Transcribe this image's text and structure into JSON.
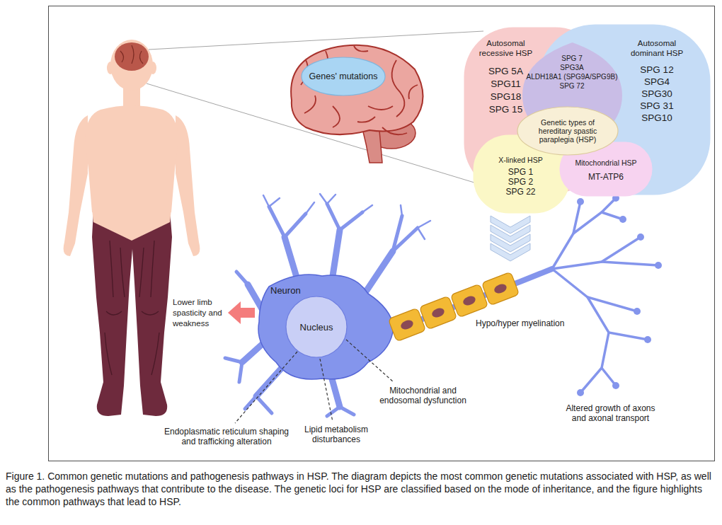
{
  "diagram": {
    "caption": "Figure 1. Common genetic mutations and pathogenesis pathways in HSP. The diagram depicts the most common genetic mutations associated with HSP, as well as the pathogenesis pathways that contribute to the disease. The genetic loci for HSP are classified based on the mode of inheritance, and the figure highlights the common pathways that lead to HSP.",
    "nodes": [
      {
        "text": [
          "Genes' mutations"
        ]
      },
      {
        "text": [
          "Autosomal recessive HSP",
          "SPG 5A",
          "SPG11",
          "SPG18",
          "SPG 15"
        ]
      },
      {
        "text": [
          "SPG 7",
          "SPG3A",
          "ALDH18A1 (SPG9A/SPG9B)",
          "SPG 72"
        ]
      },
      {
        "text": [
          "Autosomal dominant HSP",
          "SPG 12",
          "SPG4",
          "SPG30",
          "SPG 31",
          "SPG10"
        ]
      },
      {
        "text": [
          "Genetic types of hereditary spastic paraplegia (HSP)"
        ]
      },
      {
        "text": [
          "X-linked HSP",
          "SPG 1",
          "SPG 2",
          "SPG 22"
        ]
      },
      {
        "text": [
          "Mitochondrial HSP",
          "MT-ATP6"
        ]
      },
      {
        "text": [
          "Nucleus"
        ]
      }
    ],
    "labels": [
      "Neuron",
      "Lower limb spasticity and weakness",
      "Hypo/hyper myelination",
      "Mitochondrial and endosomal dysfunction",
      "Endoplasmatic reticulum shaping and trafficking alteration",
      "Lipid metabolism disturbances",
      "Altered growth of axons and axonal transport"
    ]
  }
}
